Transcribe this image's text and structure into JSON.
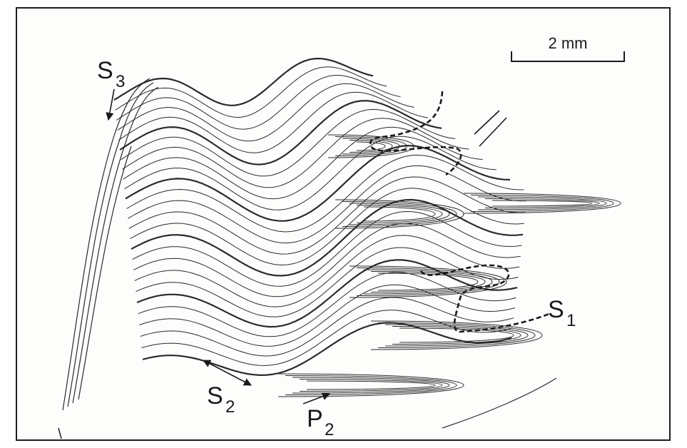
{
  "scale_bar": {
    "label": "2 mm"
  },
  "labels": {
    "s3": {
      "main": "S",
      "sub": "3"
    },
    "s2": {
      "main": "S",
      "sub": "2"
    },
    "s1": {
      "main": "S",
      "sub": "1"
    },
    "p2": {
      "main": "P",
      "sub": "2"
    }
  },
  "colors": {
    "ink": "#1a1a1a",
    "paper": "#fdfdfb"
  }
}
